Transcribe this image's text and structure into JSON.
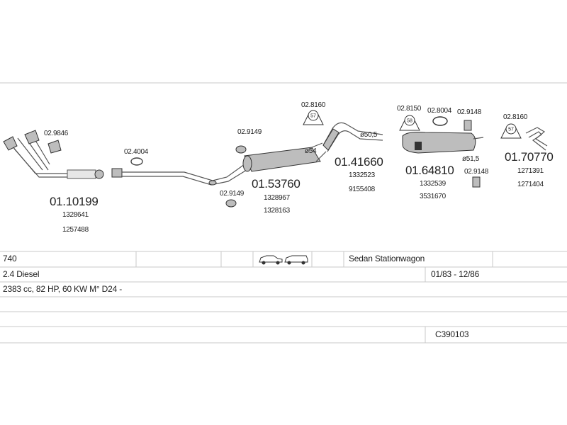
{
  "parts": {
    "p1": {
      "number": "01.10199",
      "refs": [
        "1328641",
        "1257488"
      ],
      "accessory": "02.9846"
    },
    "p2": {
      "accessory": "02.4004"
    },
    "p3": {
      "number": "01.53760",
      "refs": [
        "1328967",
        "1328163"
      ],
      "accessories": [
        "02.9149",
        "02.9149"
      ]
    },
    "p4": {
      "number": "01.41660",
      "refs": [
        "1332523",
        "9155408"
      ],
      "accessory": "02.8160",
      "diameters": [
        "ø50,5",
        "ø54"
      ]
    },
    "p5": {
      "number": "01.64810",
      "refs": [
        "1332539",
        "3531670"
      ],
      "accessories": [
        "02.8150",
        "02.8004",
        "02.9148",
        "02.9148"
      ],
      "diameter": "ø51,5"
    },
    "p6": {
      "number": "01.70770",
      "refs": [
        "1271391",
        "1271404"
      ],
      "accessory": "02.8160"
    },
    "badges": [
      "57",
      "58",
      "57"
    ]
  },
  "table": {
    "model": "740",
    "body_type": "Sedan Stationwagon",
    "engine": "2.4 Diesel",
    "years": "01/83 - 12/86",
    "spec": "2383 cc, 82 HP, 60 KW M° D24 -",
    "code": "C390103"
  },
  "icons": [
    "sedan-icon",
    "stationwagon-icon",
    "clamp-icon",
    "hanger-icon",
    "gasket-icon",
    "bracket-icon"
  ],
  "colors": {
    "lines": "#555555",
    "parts": "#bdbdbd",
    "table_lines": "#c8c8c8"
  }
}
